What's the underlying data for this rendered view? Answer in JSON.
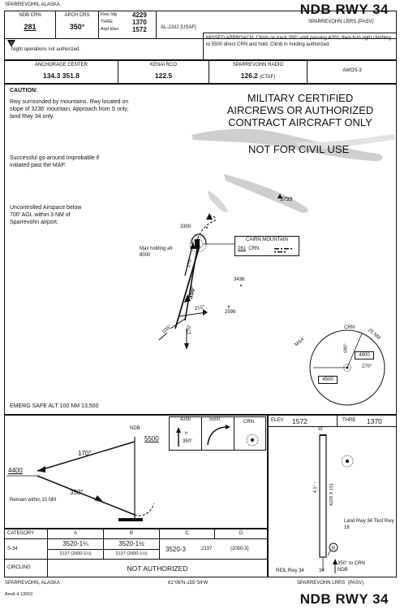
{
  "header": {
    "location": "SPARREVOHN, ALASKA",
    "procedure": "NDB RWY 34",
    "airport": "SPARREVOHN LRRS",
    "airport_code": "(PASV)",
    "chart_id": "AL-2332 [USAF]"
  },
  "briefing": {
    "ndb_label": "NDB CRN",
    "ndb_freq": "281",
    "apch_crs_label": "APCH CRS",
    "apch_crs": "350°",
    "rwy_ldg_label": "Rwy Idg",
    "rwy_ldg": "4229",
    "thre_label": "THRE",
    "thre": "1370",
    "arpt_elev_label": "Arpt Elev",
    "arpt_elev": "1572",
    "note": "Night operations not authorized.",
    "missed_approach": "MISSED APPROACH: Climb on track 350° until passing 4200, then turn right climbing to 5500 direct CRN and hold. Climb in holding authorized."
  },
  "comms": {
    "anchorage_label": "ANCHORAGE CENTER",
    "anchorage_freqs": "134.3  351.8",
    "kenai_label": "KENAI RCO",
    "kenai_freq": "122.5",
    "sparrevohn_label": "SPARREVOHN RADIO",
    "sparrevohn_freq": "126.2",
    "ctaf": "(CTAF)",
    "awos": "AWOS-3"
  },
  "planview": {
    "caution_title": "CAUTION:",
    "caution_text": "Rwy surrounded by mountains. Rwy located on slope of 3236' mountain. Approach from S only, land Rwy 34 only.",
    "military_1": "MILITARY CERTIFIED",
    "military_2": "AIRCREWS OR AUTHORIZED",
    "military_3": "CONTRACT AIRCRAFT ONLY",
    "not_civil": "NOT FOR CIVIL USE",
    "goaround": "Successful go-around Improbable if initiated past the MAP.",
    "airspace": "Uncontrolled Airspace below 700' AGL within 3 NM of Sparrevohn airport.",
    "elev_3799": "3799",
    "elev_3300": "3300",
    "elev_3436": "3436",
    "elev_2598": "2598",
    "max_holding": "Max holding alt 8000",
    "crs_170": "170°",
    "crs_350": "350°",
    "crs_215": "215°",
    "crs_035": "035°",
    "crs_170b": "170°",
    "fix_name": "CAIRN MOUNTAIN",
    "fix_freq": "281",
    "fix_id": "CRN",
    "msa_label": "MSA",
    "msa_fix": "CRN",
    "msa_radius": "25 NM",
    "msa_080": "080°",
    "msa_270": "270°",
    "msa_4900": "4900",
    "msa_4500": "4500",
    "emerg_alt": "EMERG SAFE ALT 100 NM 13,500"
  },
  "profile": {
    "ndb_label": "NDB",
    "alt_5500": "5500",
    "alt_4400": "4400",
    "crs_170": "170°",
    "crs_350": "350°",
    "remain": "Remain within 10 NM",
    "icon_4200": "4200",
    "icon_tr": "tr",
    "icon_350": "350°",
    "icon_5500": "5500",
    "icon_crn": "CRN"
  },
  "airport_diagram": {
    "elev_label": "ELEV",
    "elev": "1572",
    "thre_label": "THRE",
    "thre": "1370",
    "rwy_top": "91",
    "rwy_dims": "4229 X 151",
    "rwy_heading": "4.1° ↑",
    "land_note": "Land Rwy 34 Tkof Rwy 16",
    "reil": "REIL Rwy 34",
    "rwy_num": "34",
    "missed_note": "350° to CRN NDB"
  },
  "minimums": {
    "category_label": "CATEGORY",
    "cats": [
      "A",
      "B",
      "C",
      "D"
    ],
    "s34_label": "S-34",
    "a_main": "3520-1¼",
    "a_sub": "2137 (2000-1¼)",
    "b_main": "3520-1½",
    "b_sub": "2137 (2000-1½)",
    "cd_main": "3520-3",
    "cd_hat": "2137",
    "cd_paren": "(2000-3)",
    "circling_label": "CIRCLING",
    "circling_value": "NOT AUTHORIZED"
  },
  "footer": {
    "location": "SPARREVOHN, ALASKA",
    "coords": "61°06'N-155°34'W",
    "airport": "SPARREVOHN LRRS",
    "airport_code": "(PASV)",
    "amendment": "Amdt 4  13010",
    "procedure": "NDB RWY 34"
  }
}
